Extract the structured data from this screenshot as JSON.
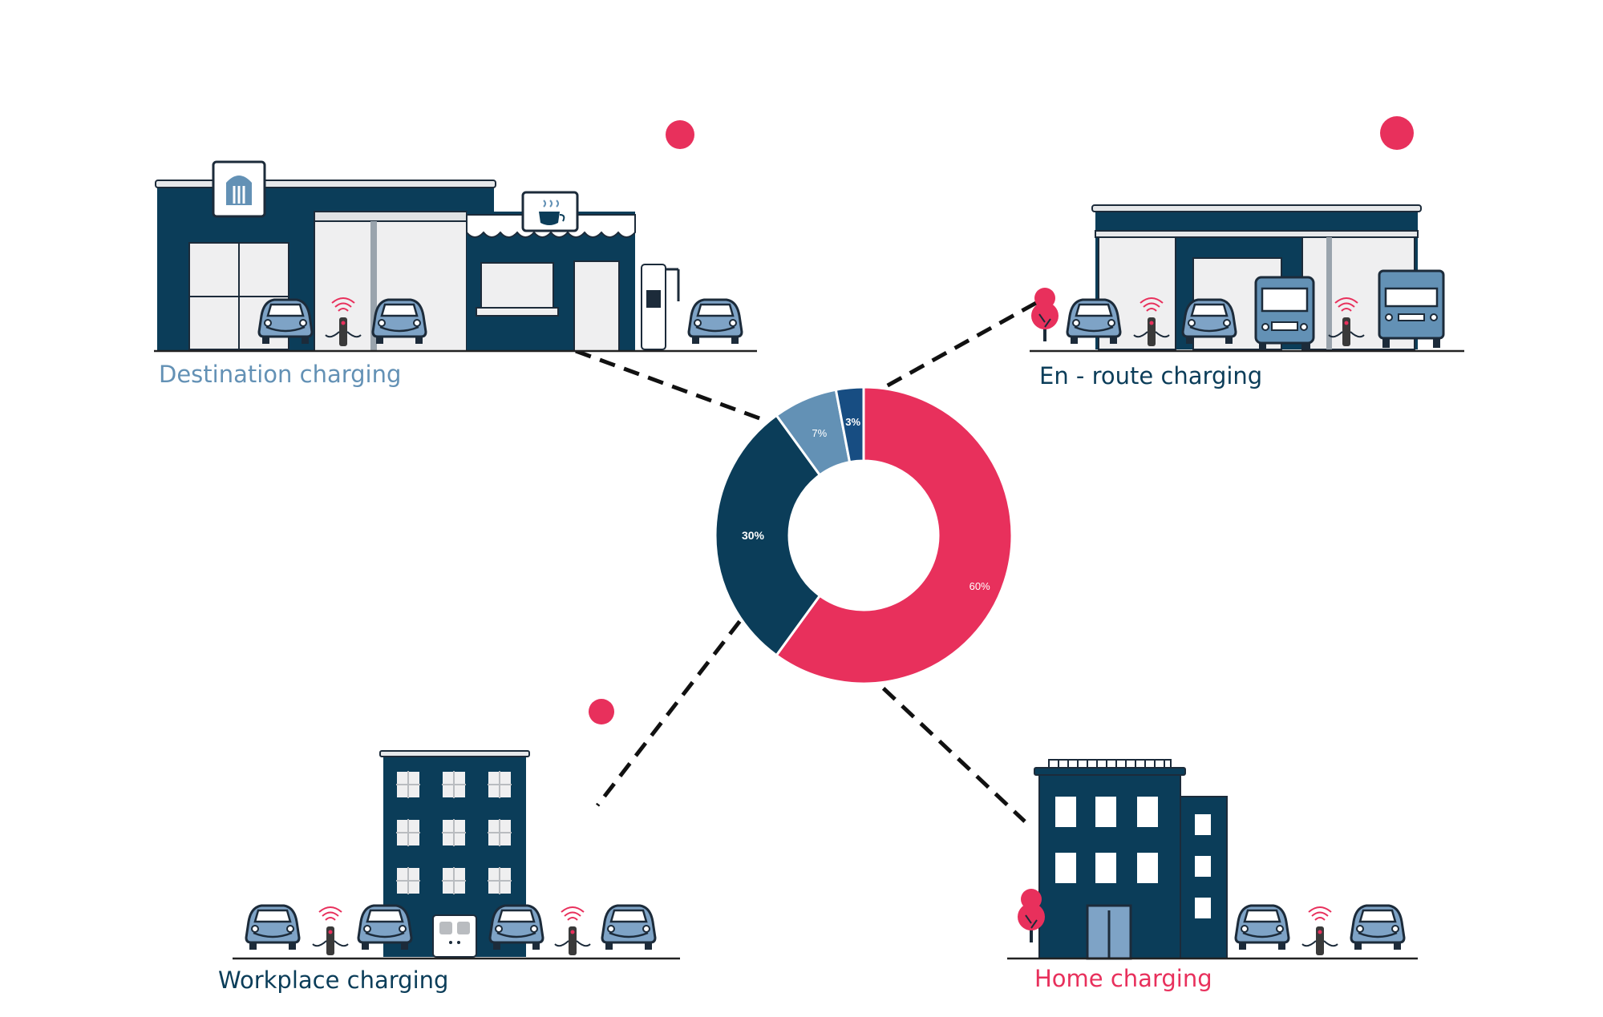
{
  "colors": {
    "navy": "#0b3d59",
    "steel": "#6391b5",
    "deep_blue": "#174d82",
    "pink": "#e8305c",
    "car_blue": "#7ea3c6",
    "window_grey": "#efeff0",
    "ground": "#222222"
  },
  "chart_data": {
    "type": "pie",
    "donut": true,
    "slices": [
      {
        "label": "Home charging",
        "value": 60,
        "display": "60%",
        "color": "#e8305c"
      },
      {
        "label": "Workplace charging",
        "value": 30,
        "display": "30%",
        "color": "#0b3d59"
      },
      {
        "label": "Destination charging",
        "value": 7,
        "display": "7%",
        "color": "#6391b5"
      },
      {
        "label": "En - route charging",
        "value": 3,
        "display": "3%",
        "color": "#174d82"
      }
    ]
  },
  "labels": {
    "destination": "Destination charging",
    "enroute": "En - route charging",
    "workplace": "Workplace charging",
    "home": "Home charging"
  },
  "icons": {
    "destination": [
      "shop-building-icon",
      "coffee-cup-icon",
      "museum-sign-icon",
      "car-icon",
      "charger-icon",
      "fuel-pump-icon"
    ],
    "enroute": [
      "service-station-icon",
      "car-icon",
      "van-icon",
      "truck-icon",
      "charger-icon",
      "tree-icon"
    ],
    "workplace": [
      "office-building-icon",
      "car-icon",
      "charger-icon"
    ],
    "home": [
      "apartment-building-icon",
      "car-icon",
      "charger-icon",
      "tree-icon"
    ]
  }
}
